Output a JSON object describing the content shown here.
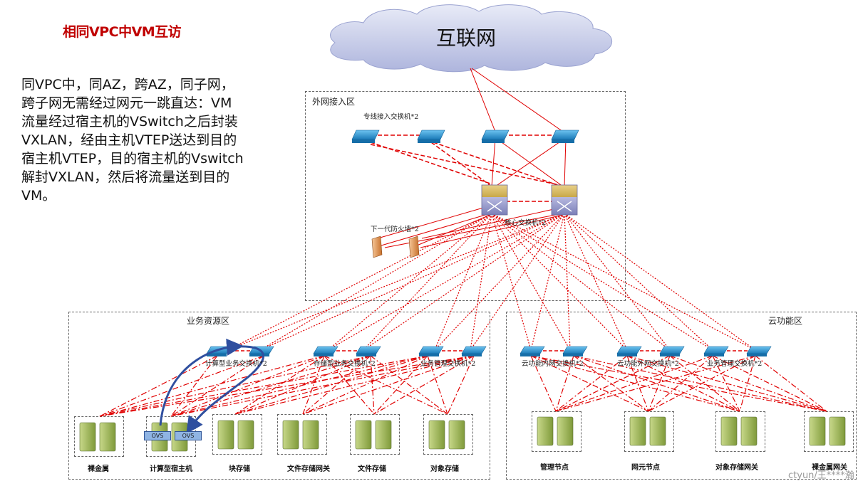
{
  "title": "相同VPC中VM互访",
  "description_lines": [
    "同VPC中，同AZ，跨AZ，同子网，",
    "跨子网无需经过网元一跳直达：VM",
    "流量经过宿主机的VSwitch之后封装",
    "VXLAN，经由主机VTEP送达到目的",
    "宿主机VTEP，目的宿主机的Vswitch",
    "解封VXLAN，然后将流量送到目的",
    "VM。"
  ],
  "internet_label": "互联网",
  "zones": {
    "external_access": "外网接入区",
    "business_resource": "业务资源区",
    "cloud_function": "云功能区"
  },
  "devices": {
    "dedicated_access_switch": "专线接入交换机*2",
    "next_gen_firewall": "下一代防火墙*2",
    "core_switch": "核心交换机*2",
    "compute_business_switch": "计算型业务交换机*2",
    "storage_business_switch": "存储型业务交换机*2",
    "business_mgmt_switch": "业务管理交换机*2",
    "cloud_internal_switch": "云功能内网交换机*2",
    "cloud_external_switch": "云功能外网交换机*2",
    "business_mgmt_switch_2": "业务管理交换机*2"
  },
  "business_nodes": [
    "裸金属",
    "计算型宿主机",
    "块存储",
    "文件存储网关",
    "文件存储",
    "对象存储"
  ],
  "cloud_nodes": [
    "管理节点",
    "网元节点",
    "对象存储网关",
    "裸金属网关"
  ],
  "ovs_label": "OVS",
  "watermark": "ctyun/王****瀚",
  "colors": {
    "title": "#c00000",
    "link": "#e00000",
    "arrow": "#2f4f9f",
    "switch": "#2a8fd0"
  }
}
